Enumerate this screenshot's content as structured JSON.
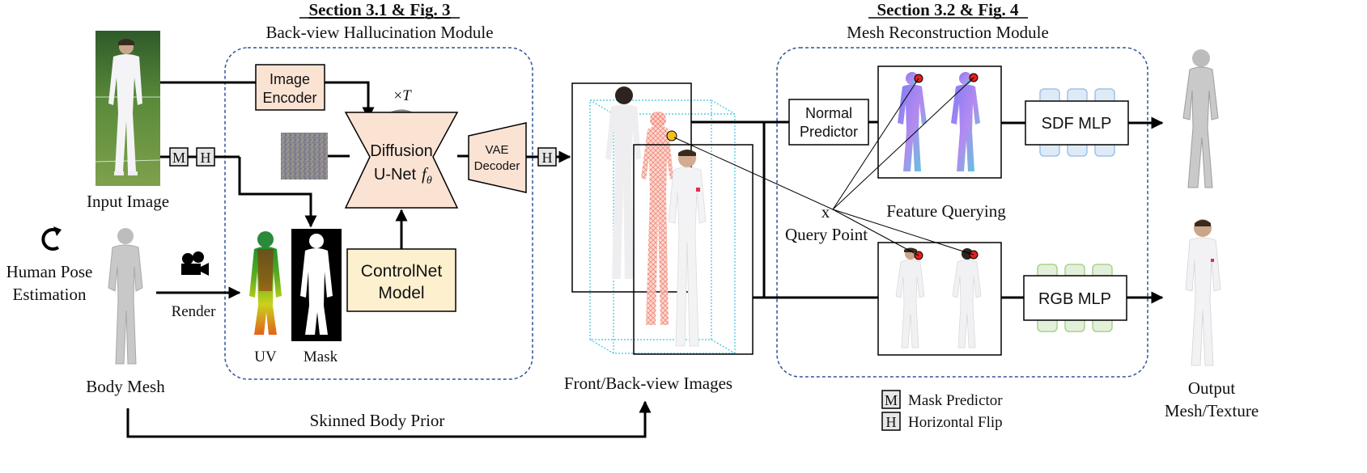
{
  "section_left": {
    "heading": "Section 3.1 & Fig. 3",
    "module": "Back-view Hallucination Module"
  },
  "section_right": {
    "heading": "Section 3.2 & Fig. 4",
    "module": "Mesh Reconstruction Module"
  },
  "inputs": {
    "input_image": "Input Image",
    "body_mesh": "Body Mesh",
    "pose_estimation_line1": "Human Pose",
    "pose_estimation_line2": "Estimation",
    "render": "Render",
    "uv": "UV",
    "mask": "Mask"
  },
  "blocks": {
    "image_encoder_line1": "Image",
    "image_encoder_line2": "Encoder",
    "unet_line1": "Diffusion",
    "unet_line2": "U-Net",
    "unet_symbol": "f",
    "unet_subscript": "θ",
    "repeat": "×",
    "repeat_var": "T",
    "vae_line1": "VAE",
    "vae_line2": "Decoder",
    "controlnet_line1": "ControlNet",
    "controlnet_line2": "Model",
    "normal_line1": "Normal",
    "normal_line2": "Predictor",
    "sdf": "SDF MLP",
    "rgb": "RGB MLP"
  },
  "tags": {
    "m": "M",
    "h": "H"
  },
  "labels": {
    "front_back": "Front/Back-view Images",
    "skinned_prior": "Skinned Body Prior",
    "query_x": "x",
    "query_point": "Query Point",
    "feature_querying": "Feature Querying",
    "output_line1": "Output",
    "output_line2": "Mesh/Texture"
  },
  "legend": [
    {
      "tag": "M",
      "text": "Mask Predictor"
    },
    {
      "tag": "H",
      "text": "Horizontal Flip"
    }
  ],
  "colors": {
    "block_fill": "#fbe3d4",
    "controlnet_fill": "#fdf0cf",
    "dashed_border": "#2f5597",
    "sdf_blue": "#9dc3e6",
    "rgb_green": "#a9d18e",
    "tag_fill": "#e7e6e6"
  }
}
